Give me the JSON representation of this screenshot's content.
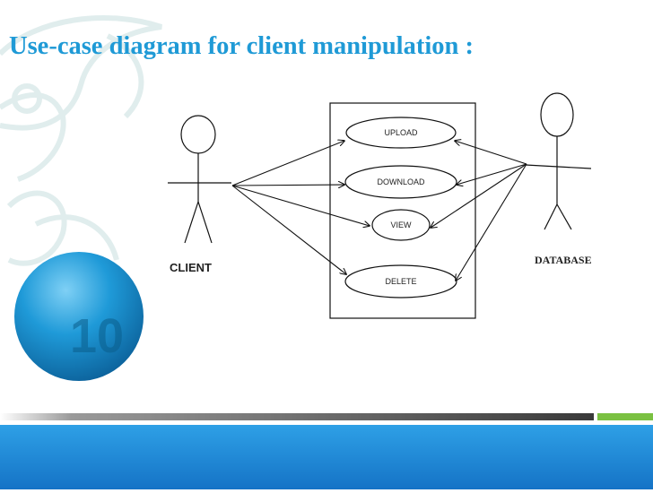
{
  "slide": {
    "title": "Use-case diagram for client manipulation :",
    "number": "10"
  },
  "diagram": {
    "actors": {
      "client": "CLIENT",
      "database": "DATABASE"
    },
    "use_cases": [
      "UPLOAD",
      "DOWNLOAD",
      "VIEW",
      "DELETE"
    ]
  },
  "colors": {
    "title": "#1f9ad6",
    "bar_dark": "#3a3a3a",
    "bar_green": "#7ac142",
    "bottom_band": "#1e90d8",
    "circle": "#1a9ad8"
  }
}
